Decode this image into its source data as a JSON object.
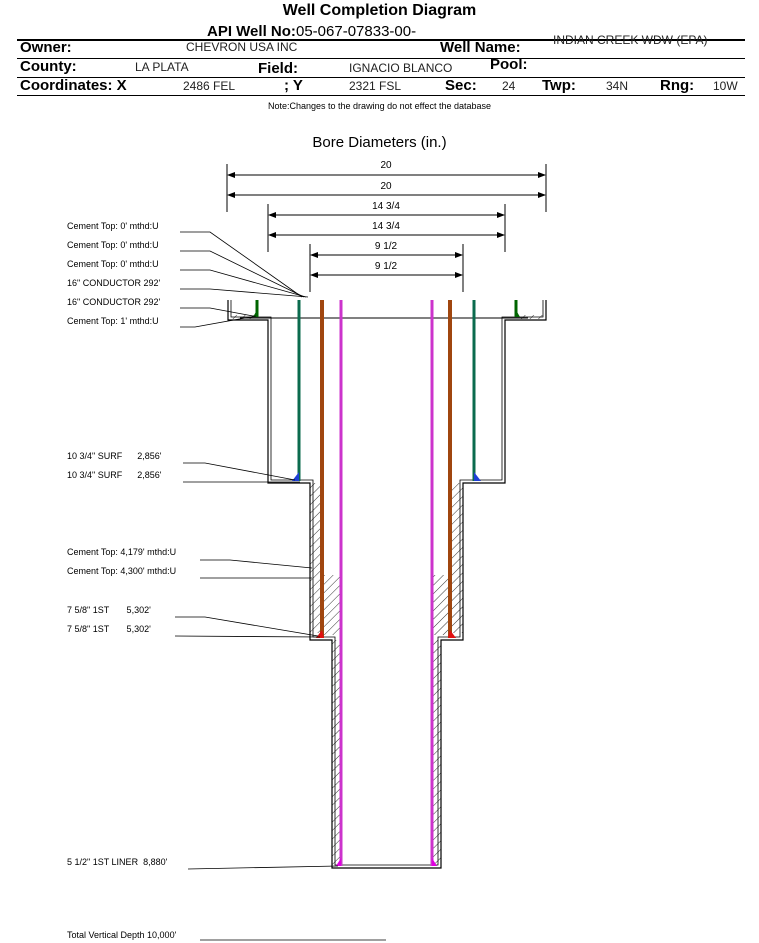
{
  "header": {
    "title": "Well Completion Diagram",
    "api_label": "API Well No:",
    "api_value": "05-067-07833-00-",
    "owner_label": "Owner:",
    "owner_value": "CHEVRON USA INC",
    "well_name_label": "Well Name:",
    "well_name_value": "INDIAN CREEK WDW (EPA)",
    "county_label": "County:",
    "county_value": "LA PLATA",
    "field_label": "Field:",
    "field_value": "IGNACIO BLANCO",
    "pool_label": "Pool:",
    "pool_value": "",
    "coord_label": "Coordinates: X",
    "x_value": "2486 FEL",
    "y_label": "; Y",
    "y_value": "2321 FSL",
    "sec_label": "Sec:",
    "sec_value": "24",
    "twp_label": "Twp:",
    "twp_value": "34N",
    "rng_label": "Rng:",
    "rng_value": "10W"
  },
  "note": "Note:Changes to the drawing do not effect the database",
  "diagram": {
    "title": "Bore Diameters (in.)",
    "bore_diameters": [
      "20",
      "20",
      "14 3/4",
      "14 3/4",
      "9 1/2",
      "9 1/2"
    ],
    "callouts": [
      "Cement Top: 0' mthd:U",
      "Cement Top: 0' mthd:U",
      "Cement Top: 0' mthd:U",
      "16\" CONDUCTOR  292'",
      "16\" CONDUCTOR  292'",
      "Cement Top: 1' mthd:U",
      "10 3/4\" SURF      2,856'",
      "10 3/4\" SURF      2,856'",
      "Cement Top: 4,179' mthd:U",
      "Cement Top: 4,300' mthd:U",
      "7 5/8\" 1ST       5,302'",
      "7 5/8\" 1ST       5,302'",
      "5 1/2\" 1ST LINER  8,880'"
    ],
    "total_depth": "Total Vertical Depth 10,000'",
    "colors": {
      "conductor": "#006400",
      "surface": "#0b6b4e",
      "intermediate": "#a0460f",
      "liner": "#cc33cc",
      "shoe_surface": "#1e3fd6",
      "shoe_intermediate": "#e01010",
      "shoe_liner": "#e000e0"
    }
  }
}
